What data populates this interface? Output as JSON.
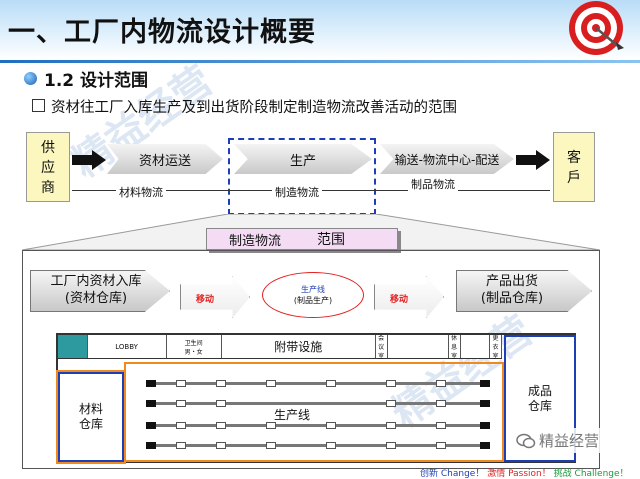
{
  "header": {
    "title": "一、工厂内物流设计概要"
  },
  "section": {
    "title": "1.2 设计范围",
    "description": "资材往工厂入库生产及到出货阶段制定制造物流改善活动的范围"
  },
  "flow": {
    "supplier": [
      "供",
      "应",
      "商"
    ],
    "customer": [
      "客",
      "戶"
    ],
    "steps": [
      "资材运送",
      "生产",
      "输送-物流中心-配送"
    ],
    "segments": [
      "材料物流",
      "制造物流",
      "制品物流"
    ]
  },
  "scope": {
    "label": "制造物流",
    "tag": "范围"
  },
  "detail": {
    "receiving": [
      "工厂内资材入库",
      "(资材仓库)"
    ],
    "move1": "移动",
    "production": [
      "生产线",
      "(制品生产)"
    ],
    "move2": "移动",
    "shipping": [
      "产品出货",
      "(制品仓库)"
    ],
    "floor": {
      "lobby": "LOBBY",
      "restroom": [
        "卫生间",
        "男・女"
      ],
      "facilities": "附带设施",
      "meeting": [
        "会",
        "议",
        "室"
      ],
      "rest": [
        "休",
        "息",
        "室"
      ],
      "locker": [
        "更",
        "衣",
        "室"
      ],
      "material_wh": [
        "材料",
        "仓库"
      ],
      "product_wh": [
        "成品",
        "仓库"
      ],
      "line_label": "生产线"
    }
  },
  "footer": {
    "wechat": "精益经营",
    "slogan_parts": [
      "创新",
      "Change！",
      "激情",
      "Passion！",
      "挑战",
      "Challenge！"
    ]
  },
  "watermark": {
    "text": "精益经营"
  },
  "colors": {
    "accent_blue": "#1d3fb5",
    "red": "#e32020",
    "scope_purple": "#f5dcf5"
  }
}
